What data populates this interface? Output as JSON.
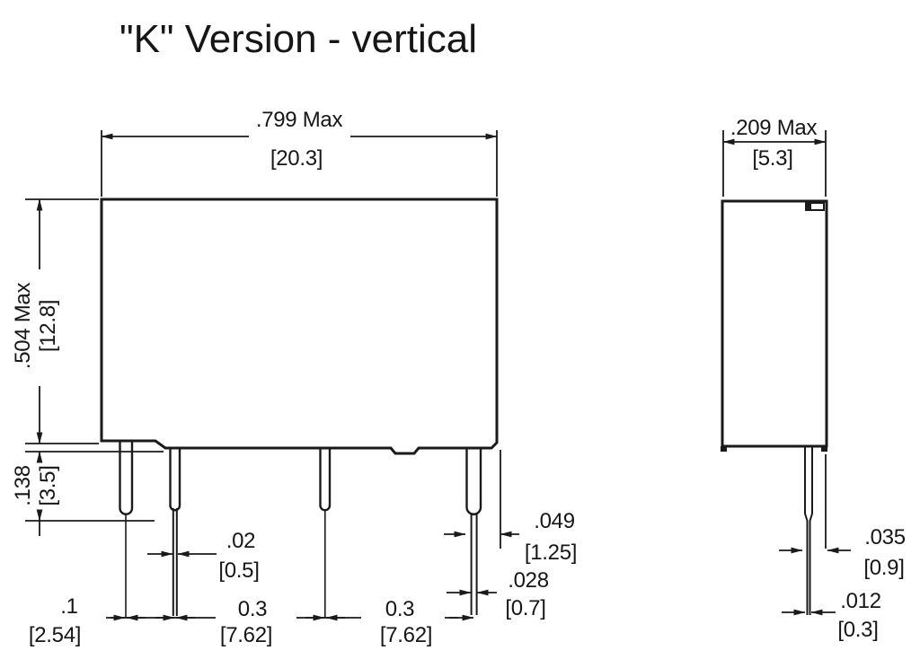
{
  "title": "\"K\" Version - vertical",
  "front_view": {
    "body_width": {
      "in": ".799 Max",
      "mm": "[20.3]"
    },
    "body_height": {
      "in": ".504 Max",
      "mm": "[12.8]"
    },
    "standoff": {
      "in": ".138",
      "mm": "[3.5]"
    },
    "pin_thickness": {
      "in": ".02",
      "mm": "[0.5]"
    },
    "pitch_1": {
      "in": ".1",
      "mm": "[2.54]"
    },
    "pitch_2": {
      "in": "0.3",
      "mm": "[7.62]"
    },
    "pitch_3": {
      "in": "0.3",
      "mm": "[7.62]"
    },
    "pin_width": {
      "in": ".049",
      "mm": "[1.25]"
    },
    "pin_tip": {
      "in": ".028",
      "mm": "[0.7]"
    }
  },
  "side_view": {
    "body_depth": {
      "in": ".209 Max",
      "mm": "[5.3]"
    },
    "pin_width": {
      "in": ".035",
      "mm": "[0.9]"
    },
    "pin_tip": {
      "in": ".012",
      "mm": "[0.3]"
    }
  },
  "colors": {
    "ink": "#1a1a1a",
    "background": "#ffffff"
  }
}
